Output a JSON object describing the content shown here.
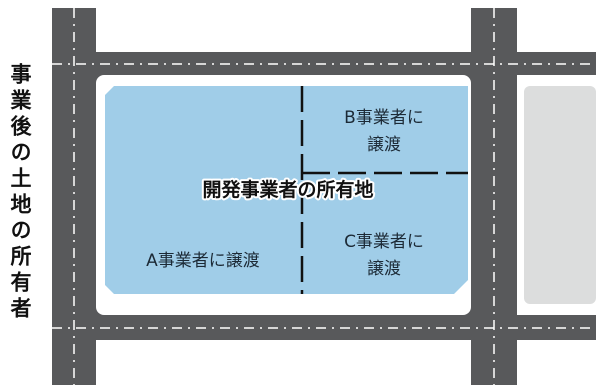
{
  "side_title": "事業後の土地の所有者",
  "main_label": "開発事業者の所有地",
  "parcels": {
    "a": {
      "line1": "A事業者に譲渡"
    },
    "b": {
      "line1": "B事業者に",
      "line2": "譲渡"
    },
    "c": {
      "line1": "C事業者に",
      "line2": "譲渡"
    }
  },
  "colors": {
    "road": "#58595b",
    "road_marking": "#ffffff",
    "block": "#ffffff",
    "block_adjacent": "#dcdddd",
    "development_land": "#a0cde8",
    "boundary": "#111111"
  }
}
